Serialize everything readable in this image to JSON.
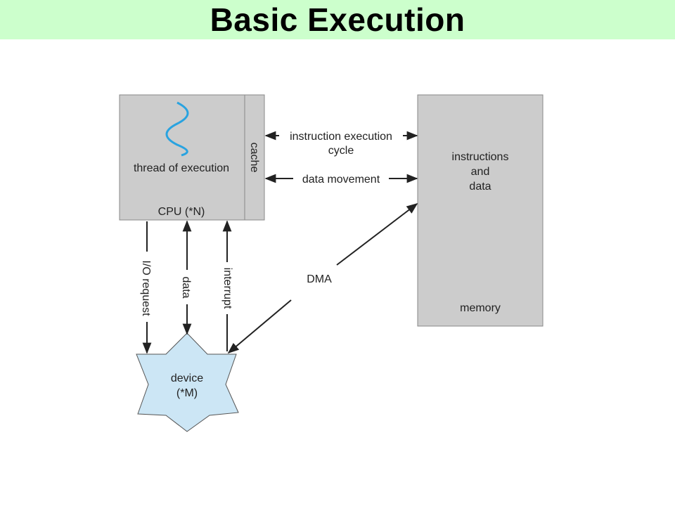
{
  "title": "Basic Execution",
  "colors": {
    "title_bg": "#ccffcc",
    "box_fill": "#cccccc",
    "device_fill": "#cce6f5",
    "thread_wave": "#29a3e0"
  },
  "cpu": {
    "thread_label": "thread of execution",
    "cache_label": "cache",
    "cpu_label": "CPU (*N)"
  },
  "memory": {
    "content_line1": "instructions",
    "content_line2": "and",
    "content_line3": "data",
    "label": "memory"
  },
  "device": {
    "line1": "device",
    "line2": "(*M)"
  },
  "arrows": {
    "instr_cycle_line1": "instruction execution",
    "instr_cycle_line2": "cycle",
    "data_movement": "data movement",
    "io_request": "I/O request",
    "data": "data",
    "interrupt": "interrupt",
    "dma": "DMA"
  }
}
